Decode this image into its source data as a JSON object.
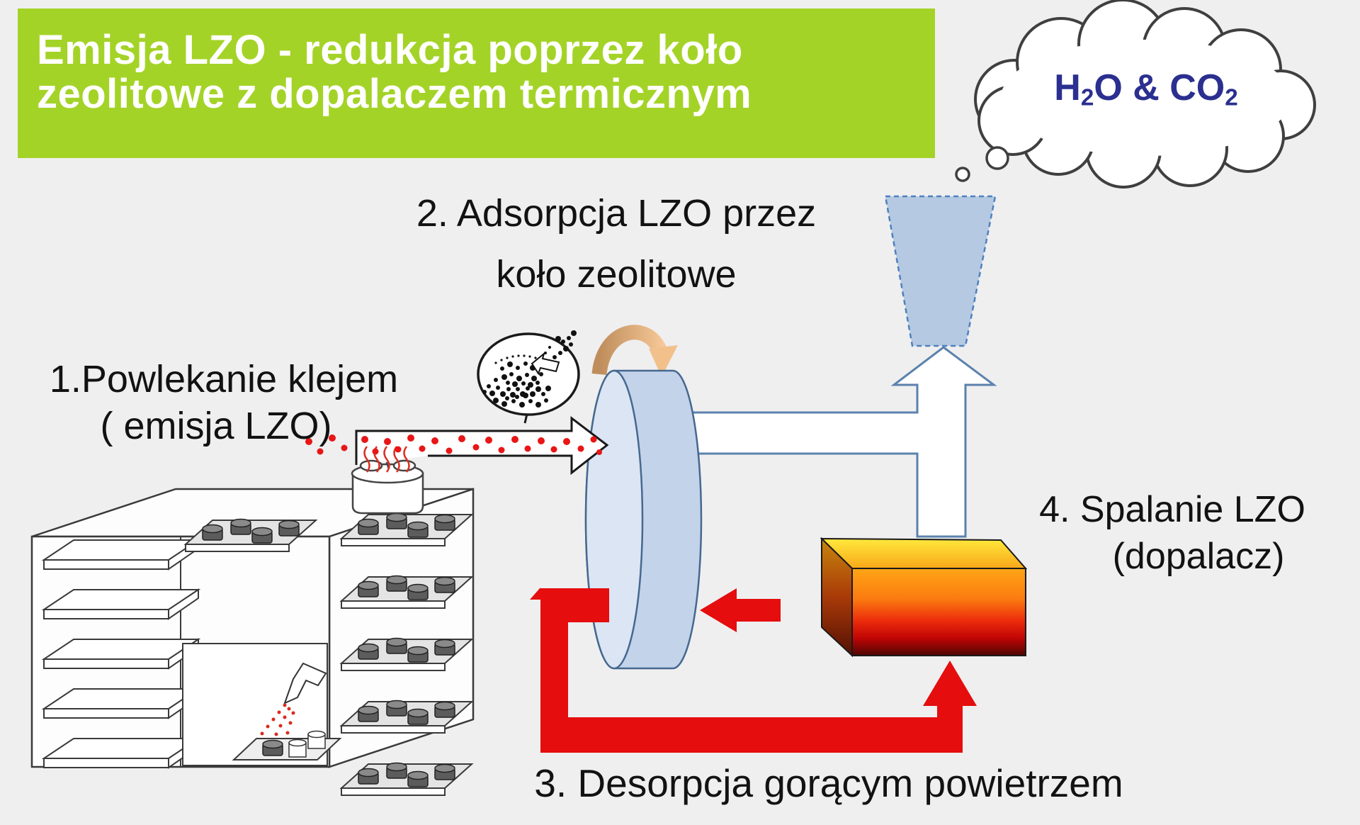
{
  "title": {
    "line1": "Emisja LZO - redukcja poprzez koło",
    "line2": "zeolitowe z dopalaczem termicznym"
  },
  "cloud": {
    "seg1": "H",
    "sub1": "2",
    "seg2": "O & CO",
    "sub2": "2"
  },
  "steps": {
    "step1_line1": "1.Powlekanie klejem",
    "step1_line2": "( emisja LZO)",
    "step2_line1": "2. Adsorpcja LZO przez",
    "step2_line2": "koło zeolitowe",
    "step3": "3. Desorpcja gorącym powietrzem",
    "step4_line1": "4. Spalanie LZO",
    "step4_line2": "(dopalacz)"
  },
  "graphics": {
    "background": "#efeff0",
    "banner_green": "#a4d327",
    "title_text": "#ffffff",
    "formula_navy": "#2b2f8f",
    "label_text": "#121212",
    "hot_air_red": "#e50d0d",
    "voc_dot_red": "#e81616",
    "pipe_blue_stroke": "#4f81bd",
    "wheel_fill": "#c3d3ea",
    "wheel_face_fill": "#dbe5f3",
    "funnel_fill": "#b5c9e2",
    "rotation_tan_dark": "#bf8d5c",
    "rotation_tan_light": "#f6c897",
    "afterburner_top_yellow": "#ffe93c",
    "afterburner_mid_orange": "#fb7b10",
    "afterburner_bottom_dark": "#4d0603",
    "cloud_outline": "#3f3f3f",
    "icon_names": [
      "thought-cloud-icon",
      "exhaust-funnel-icon",
      "clean-air-arrow-icon",
      "zeolite-wheel-icon",
      "rotation-arrow-icon",
      "zeolite-closeup-icon",
      "voc-emission-arrow-icon",
      "coating-machine-icon",
      "afterburner-box-icon",
      "hot-air-loop-arrow-icon",
      "hot-air-arrow-icon"
    ]
  }
}
